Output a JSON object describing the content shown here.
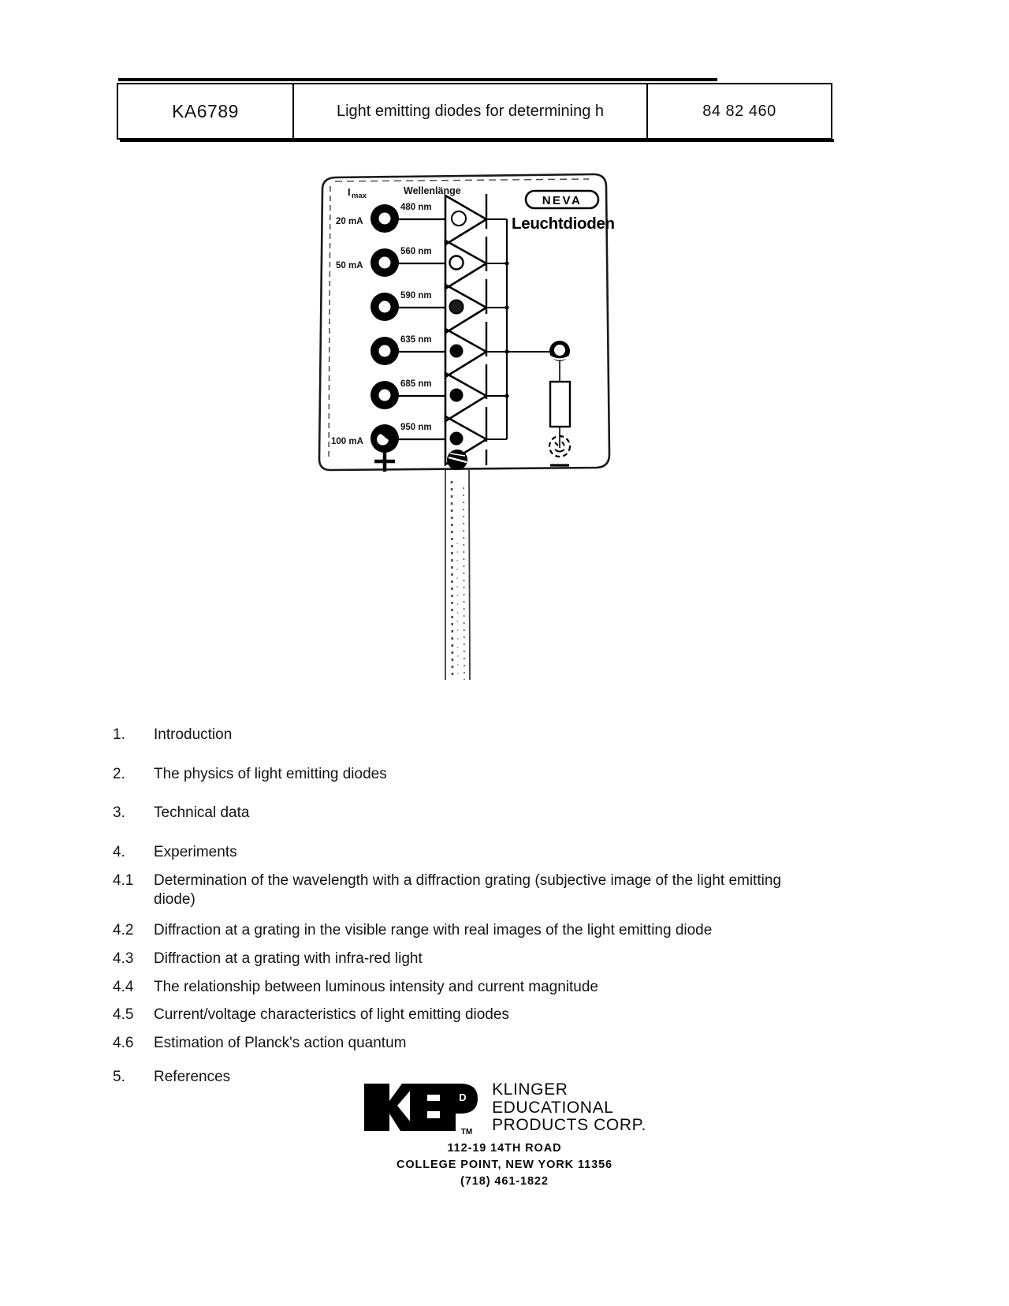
{
  "header": {
    "code": "KA6789",
    "title": "Light emitting diodes for determining h",
    "number": "84 82 460"
  },
  "figure": {
    "label_imax": "I max",
    "label_imax_main": "I",
    "label_imax_sub": "max",
    "label_wavelength": "Wellenlänge",
    "brand": "NEVA",
    "product": "Leuchtdioden",
    "plus": "+",
    "minus": "—",
    "rows": [
      {
        "current": "20 mA",
        "wavelength": "480 nm"
      },
      {
        "current": "50 mA",
        "wavelength": "560 nm"
      },
      {
        "current": "",
        "wavelength": "590 nm"
      },
      {
        "current": "",
        "wavelength": "635 nm"
      },
      {
        "current": "",
        "wavelength": "685 nm"
      },
      {
        "current": "100 mA",
        "wavelength": "950 nm"
      }
    ]
  },
  "contents": [
    {
      "num": "1.",
      "label": "Introduction",
      "style": "major"
    },
    {
      "num": "2.",
      "label": "The physics of light emitting diodes",
      "style": "major"
    },
    {
      "num": "3.",
      "label": "Technical data",
      "style": "major"
    },
    {
      "num": "4.",
      "label": "Experiments",
      "style": "minor"
    },
    {
      "num": "4.1",
      "label": "Determination of the wavelength with a diffraction grating (subjective image of the light emitting diode)",
      "style": "wrap"
    },
    {
      "num": "4.2",
      "label": "Diffraction at a grating in the visible range with real images of the light emitting diode",
      "style": "minor"
    },
    {
      "num": "4.3",
      "label": "Diffraction at a grating with infra-red light",
      "style": "minor"
    },
    {
      "num": "4.4",
      "label": "The relationship between luminous intensity and current magnitude",
      "style": "minor"
    },
    {
      "num": "4.5",
      "label": "Current/voltage characteristics of light emitting diodes",
      "style": "minor"
    },
    {
      "num": "4.6",
      "label": "Estimation of Planck's action quantum",
      "style": "minor"
    },
    {
      "num": "5.",
      "label": "References",
      "style": "minor"
    }
  ],
  "footer": {
    "logo_text": "KEP",
    "logo_superscript": "D",
    "logo_tm": "TM",
    "company_line1": "KLINGER",
    "company_line2": "EDUCATIONAL",
    "company_line3": "PRODUCTS CORP.",
    "address_line1": "112-19 14TH ROAD",
    "address_line2": "COLLEGE POINT, NEW YORK 11356",
    "address_line3": "(718) 461-1822"
  },
  "colors": {
    "ink": "#111111",
    "rule": "#000000",
    "page": "#ffffff"
  }
}
